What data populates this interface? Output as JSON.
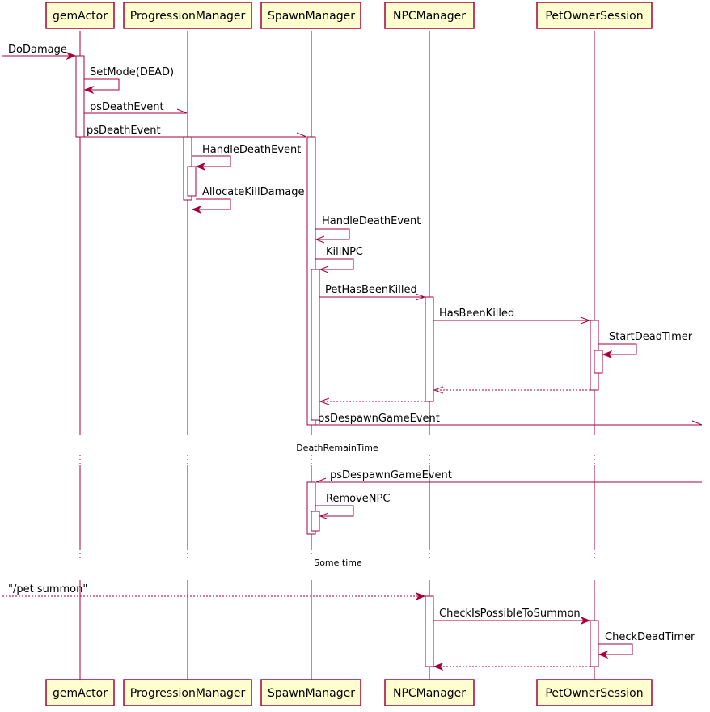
{
  "participants": {
    "gemActor": "gemActor",
    "progression": "ProgressionManager",
    "spawn": "SpawnManager",
    "npc": "NPCManager",
    "pet": "PetOwnerSession"
  },
  "messages": {
    "do_damage": "DoDamage",
    "set_mode": "SetMode(DEAD)",
    "ps_death_event_1": "psDeathEvent",
    "ps_death_event_2": "psDeathEvent",
    "handle_death_event_pm": "HandleDeathEvent",
    "allocate_kill_damage": "AllocateKillDamage",
    "handle_death_event_sm": "HandleDeathEvent",
    "kill_npc": "KillNPC",
    "pet_has_been_killed": "PetHasBeenKilled",
    "has_been_killed": "HasBeenKilled",
    "start_dead_timer": "StartDeadTimer",
    "ps_despawn_out": "psDespawnGameEvent",
    "ps_despawn_in": "psDespawnGameEvent",
    "remove_npc": "RemoveNPC",
    "pet_summon": "\"/pet summon\"",
    "check_possible": "CheckIsPossibleToSummon",
    "check_dead_timer": "CheckDeadTimer"
  },
  "delays": {
    "death_remain_time": "DeathRemainTime",
    "some_time": "Some time"
  }
}
